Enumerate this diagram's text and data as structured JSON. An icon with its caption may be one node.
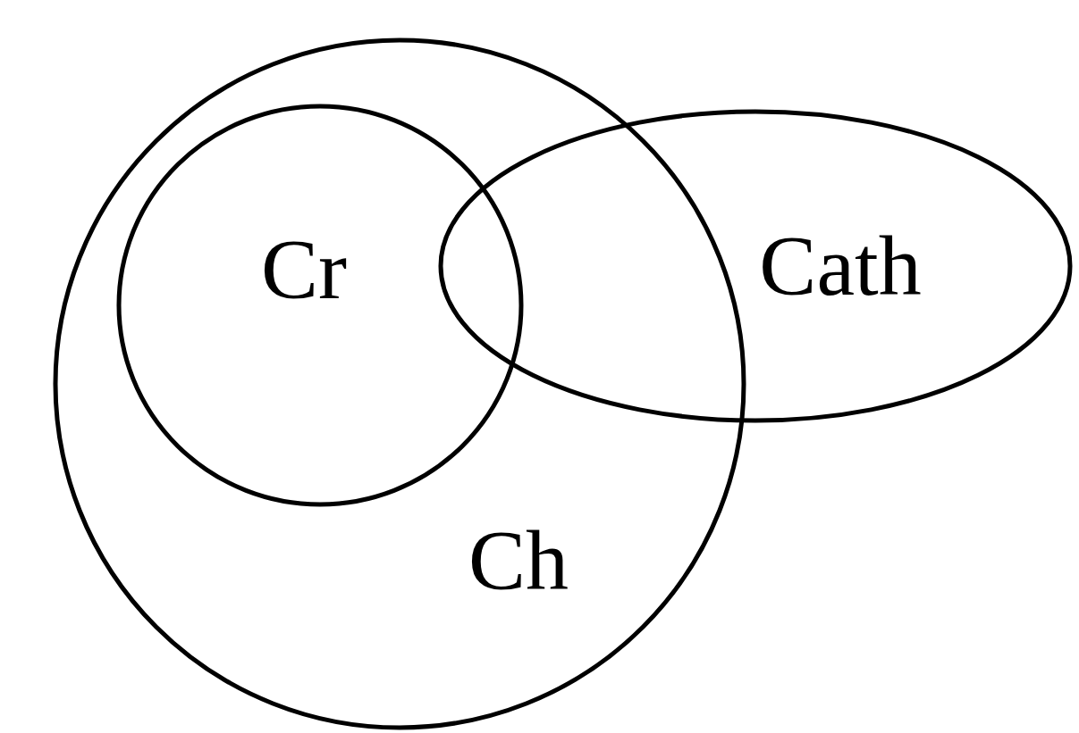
{
  "diagram": {
    "nodes": [
      {
        "text": [
          "Ch"
        ]
      },
      {
        "text": [
          "Cr"
        ],
        "in": 0
      },
      {
        "text": [
          "Cath"
        ]
      }
    ]
  }
}
